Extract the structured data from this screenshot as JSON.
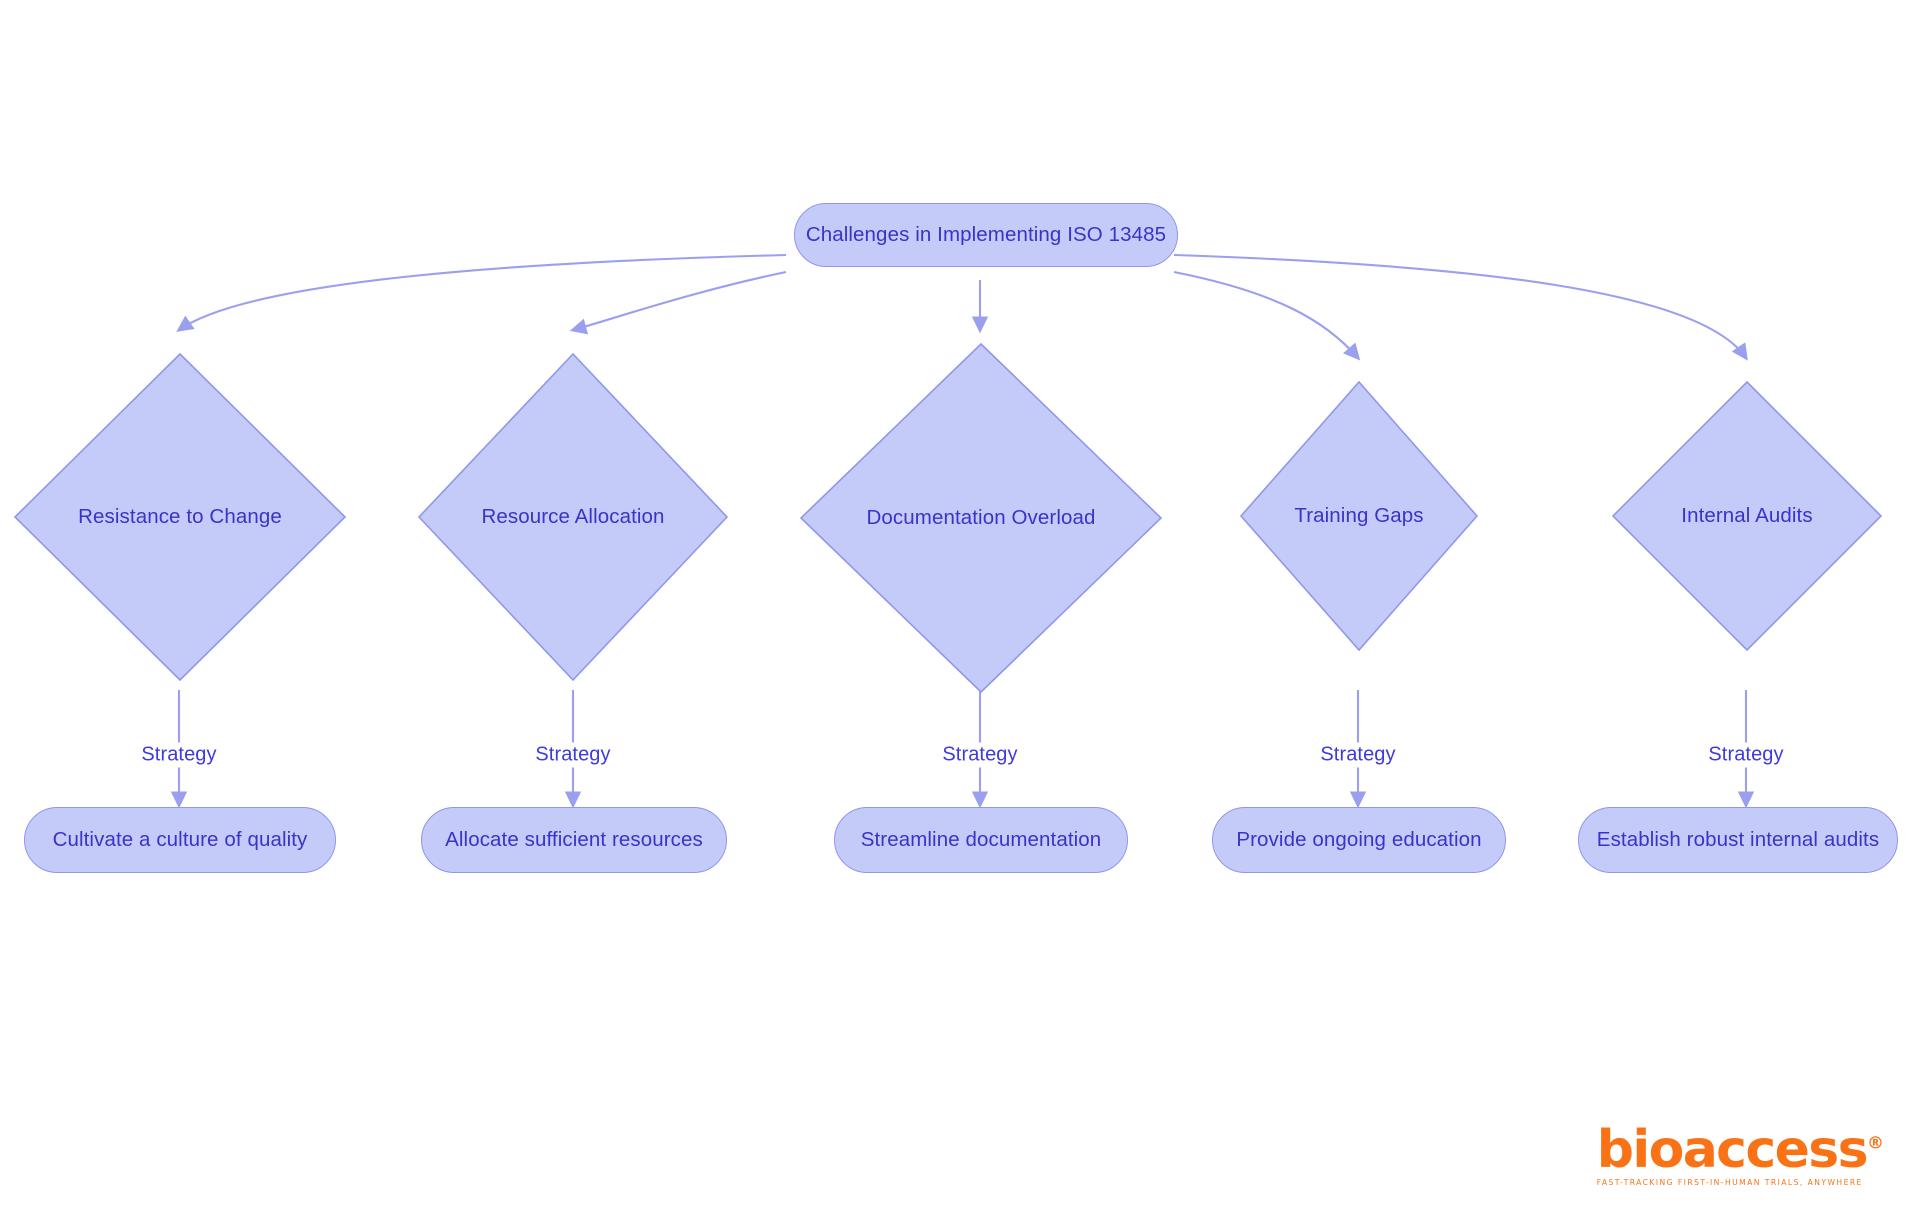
{
  "diagram": {
    "title": "Challenges in Implementing ISO 13485",
    "type": "flowchart",
    "direction": "top-down",
    "colors": {
      "node_fill": "#c5cbf9",
      "node_border": "#8f96ec",
      "node_text": "#3a33c9",
      "edge_stroke": "#9aa0ef",
      "edge_label_text": "#3f3ae0",
      "background": "#ffffff",
      "brand_orange": "#f97316"
    },
    "root": {
      "id": "root",
      "label": "Challenges in Implementing ISO 13485",
      "shape": "stadium"
    },
    "challenges": [
      {
        "id": "c1",
        "label": "Resistance to Change",
        "shape": "diamond"
      },
      {
        "id": "c2",
        "label": "Resource Allocation",
        "shape": "diamond"
      },
      {
        "id": "c3",
        "label": "Documentation Overload",
        "shape": "diamond"
      },
      {
        "id": "c4",
        "label": "Training Gaps",
        "shape": "diamond"
      },
      {
        "id": "c5",
        "label": "Internal Audits",
        "shape": "diamond"
      }
    ],
    "strategies": [
      {
        "id": "s1",
        "label": "Cultivate a culture of quality",
        "shape": "stadium"
      },
      {
        "id": "s2",
        "label": "Allocate sufficient resources",
        "shape": "stadium"
      },
      {
        "id": "s3",
        "label": "Streamline documentation",
        "shape": "stadium"
      },
      {
        "id": "s4",
        "label": "Provide ongoing education",
        "shape": "stadium"
      },
      {
        "id": "s5",
        "label": "Establish robust internal audits",
        "shape": "stadium"
      }
    ],
    "edge_labels": {
      "strategy": "Strategy"
    },
    "edges": [
      {
        "from": "root",
        "to": "c1",
        "label": ""
      },
      {
        "from": "root",
        "to": "c2",
        "label": ""
      },
      {
        "from": "root",
        "to": "c3",
        "label": ""
      },
      {
        "from": "root",
        "to": "c4",
        "label": ""
      },
      {
        "from": "root",
        "to": "c5",
        "label": ""
      },
      {
        "from": "c1",
        "to": "s1",
        "label": "Strategy"
      },
      {
        "from": "c2",
        "to": "s2",
        "label": "Strategy"
      },
      {
        "from": "c3",
        "to": "s3",
        "label": "Strategy"
      },
      {
        "from": "c4",
        "to": "s4",
        "label": "Strategy"
      },
      {
        "from": "c5",
        "to": "s5",
        "label": "Strategy"
      }
    ]
  },
  "branding": {
    "wordmark": "bioaccess",
    "registered_mark": "®",
    "tagline": "FAST-TRACKING FIRST-IN-HUMAN TRIALS, ANYWHERE"
  }
}
